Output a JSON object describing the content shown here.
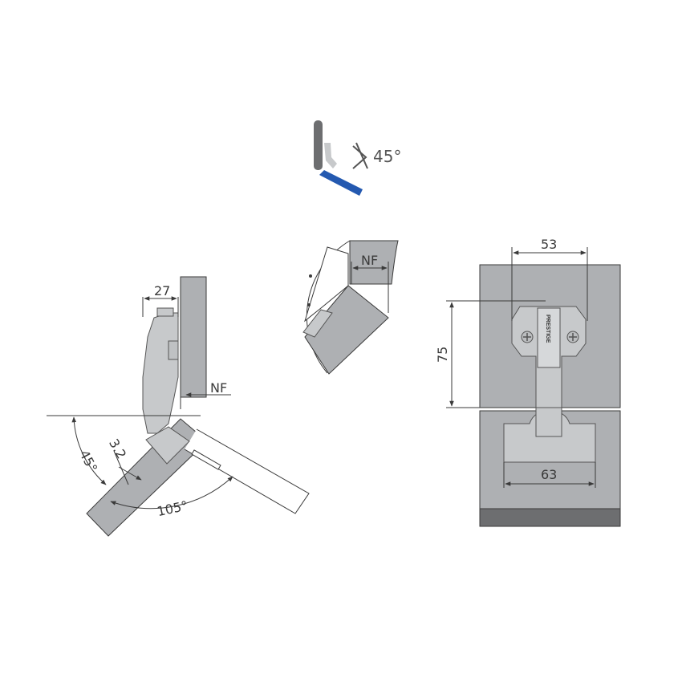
{
  "icon": {
    "opening_angle": "45°"
  },
  "side_view": {
    "overlay_dim": "27",
    "nf_label": "NF",
    "offset_dim": "3.2",
    "angle_45": "45°",
    "angle_105": "105°"
  },
  "detail_view": {
    "nf_label": "NF"
  },
  "front_view": {
    "width_53": "53",
    "height_75": "75",
    "width_63": "63",
    "brand": "PRESTIGE"
  },
  "colors": {
    "panel": "#aeb0b3",
    "panel_dark": "#6d6e70",
    "hinge": "#c7c9cb",
    "accent_blue": "#2459b0",
    "line": "#3a3a3a"
  }
}
